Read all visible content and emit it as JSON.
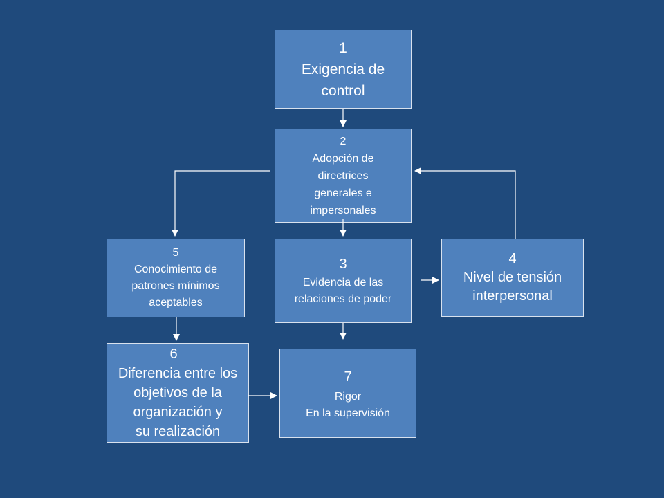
{
  "boxes": {
    "b1": {
      "num": "1",
      "lines": [
        "Exigencia de",
        "control"
      ]
    },
    "b2": {
      "num": "2",
      "lines": [
        "Adopción de",
        "directrices",
        "generales e",
        "impersonales"
      ]
    },
    "b3": {
      "num": "3",
      "lines": [
        "Evidencia de las",
        "relaciones de poder"
      ]
    },
    "b4": {
      "num": "4",
      "lines": [
        "Nivel de tensión",
        "interpersonal"
      ]
    },
    "b5": {
      "num": "5",
      "lines": [
        "Conocimiento de",
        "patrones mínimos",
        "aceptables"
      ]
    },
    "b6": {
      "num": "6",
      "lines": [
        "Diferencia entre los",
        "objetivos de la",
        "organización y",
        "su realización"
      ]
    },
    "b7": {
      "num": "7",
      "lines": [
        "Rigor",
        "En la supervisión"
      ]
    }
  },
  "colors": {
    "background": "#1f4a7c",
    "box_fill": "#4f81bd",
    "box_border": "#d9e2ee",
    "arrow": "#ffffff"
  }
}
